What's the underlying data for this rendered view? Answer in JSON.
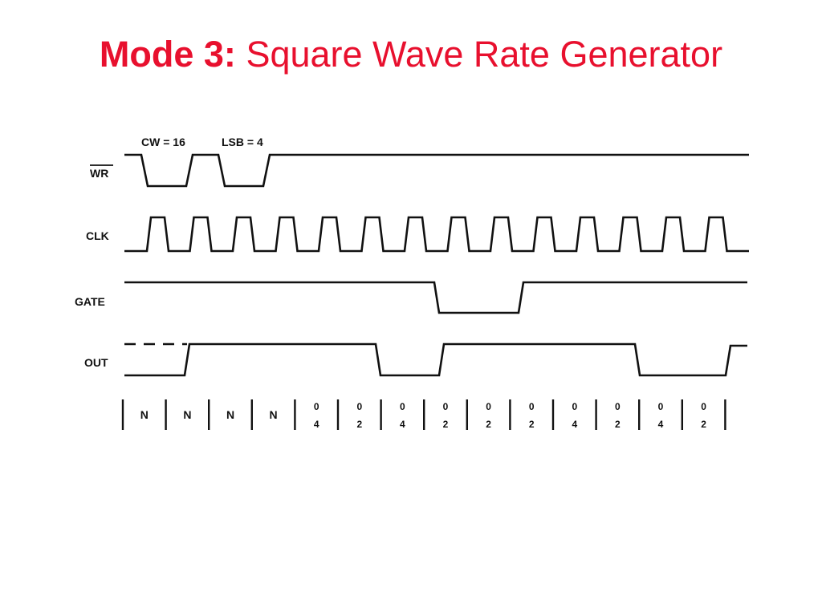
{
  "title": {
    "mode": "Mode 3:",
    "description": "Square Wave Rate Generator",
    "color": "#e8102e"
  },
  "notes": {
    "control_word": "CW = 16",
    "lsb": "LSB = 4"
  },
  "signals": {
    "wr": "WR",
    "clk": "CLK",
    "gate": "GATE",
    "out": "OUT"
  },
  "counts": [
    {
      "top": "N",
      "bottom": ""
    },
    {
      "top": "N",
      "bottom": ""
    },
    {
      "top": "N",
      "bottom": ""
    },
    {
      "top": "N",
      "bottom": ""
    },
    {
      "top": "0",
      "bottom": "4"
    },
    {
      "top": "0",
      "bottom": "2"
    },
    {
      "top": "0",
      "bottom": "4"
    },
    {
      "top": "0",
      "bottom": "2"
    },
    {
      "top": "0",
      "bottom": "2"
    },
    {
      "top": "0",
      "bottom": "2"
    },
    {
      "top": "0",
      "bottom": "4"
    },
    {
      "top": "0",
      "bottom": "2"
    },
    {
      "top": "0",
      "bottom": "4"
    },
    {
      "top": "0",
      "bottom": "2"
    }
  ],
  "colors": {
    "ink": "#111111",
    "background": "#ffffff"
  }
}
